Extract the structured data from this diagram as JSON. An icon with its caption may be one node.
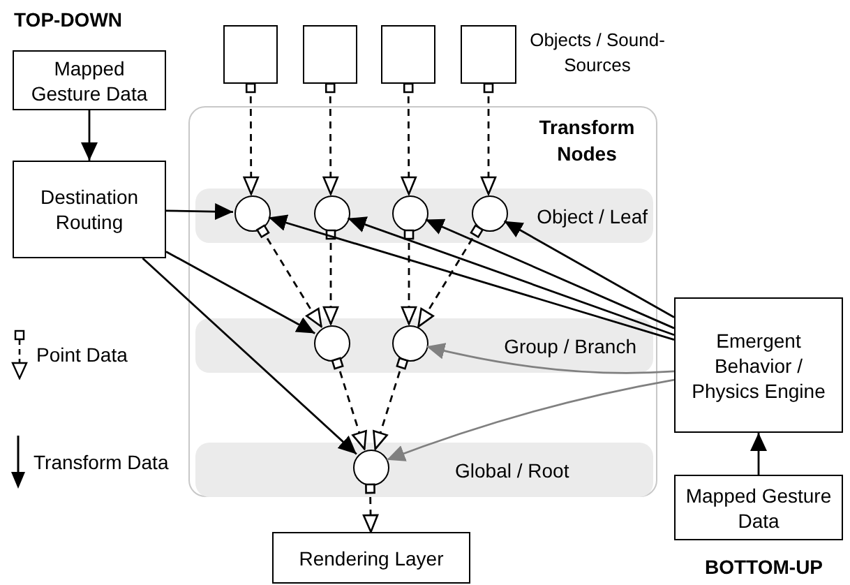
{
  "diagram": {
    "nodes": [
      {
        "text": [
          "Mapped Gesture Data"
        ]
      },
      {
        "text": [
          "Destination Routing"
        ]
      },
      {
        "text": [],
        "shape": "box"
      },
      {
        "text": [],
        "shape": "box"
      },
      {
        "text": [],
        "shape": "box"
      },
      {
        "text": [],
        "shape": "box"
      },
      {
        "text": [
          "Transform Nodes"
        ]
      },
      {
        "text": [
          "Object / Leaf"
        ],
        "in": 6
      },
      {
        "text": [],
        "shape": "circle",
        "in": 7
      },
      {
        "text": [],
        "shape": "circle",
        "in": 7
      },
      {
        "text": [],
        "shape": "circle",
        "in": 7
      },
      {
        "text": [],
        "shape": "circle",
        "in": 7
      },
      {
        "text": [
          "Group / Branch"
        ],
        "in": 6
      },
      {
        "text": [],
        "shape": "circle",
        "in": 12
      },
      {
        "text": [],
        "shape": "circle",
        "in": 12
      },
      {
        "text": [
          "Global / Root"
        ],
        "in": 6
      },
      {
        "text": [],
        "shape": "circle",
        "in": 15
      },
      {
        "text": [
          "Rendering Layer"
        ]
      },
      {
        "text": [
          "Emergent Behavior / Physics Engine"
        ]
      },
      {
        "text": [
          "Mapped Gesture Data"
        ]
      }
    ],
    "edges": [
      {
        "from": 0,
        "to": 1,
        "arrow": "to"
      },
      {
        "from": 2,
        "to": 8,
        "arrow": "to",
        "style": "dashed"
      },
      {
        "from": 3,
        "to": 9,
        "arrow": "to",
        "style": "dashed"
      },
      {
        "from": 4,
        "to": 10,
        "arrow": "to",
        "style": "dashed"
      },
      {
        "from": 5,
        "to": 11,
        "arrow": "to",
        "style": "dashed"
      },
      {
        "from": 8,
        "to": 13,
        "arrow": "to",
        "style": "dashed"
      },
      {
        "from": 9,
        "to": 13,
        "arrow": "to",
        "style": "dashed"
      },
      {
        "from": 10,
        "to": 14,
        "arrow": "to",
        "style": "dashed"
      },
      {
        "from": 11,
        "to": 14,
        "arrow": "to",
        "style": "dashed"
      },
      {
        "from": 13,
        "to": 16,
        "arrow": "to",
        "style": "dashed"
      },
      {
        "from": 14,
        "to": 16,
        "arrow": "to",
        "style": "dashed"
      },
      {
        "from": 16,
        "to": 17,
        "arrow": "to",
        "style": "dashed"
      },
      {
        "from": 1,
        "to": 8,
        "arrow": "to"
      },
      {
        "from": 1,
        "to": 13,
        "arrow": "to"
      },
      {
        "from": 1,
        "to": 16,
        "arrow": "to"
      },
      {
        "from": 18,
        "to": 8,
        "arrow": "to"
      },
      {
        "from": 18,
        "to": 9,
        "arrow": "to"
      },
      {
        "from": 18,
        "to": 10,
        "arrow": "to"
      },
      {
        "from": 18,
        "to": 11,
        "arrow": "to"
      },
      {
        "from": 18,
        "to": 14,
        "arrow": "to",
        "color": "#808080"
      },
      {
        "from": 18,
        "to": 16,
        "arrow": "to",
        "color": "#808080"
      },
      {
        "from": 19,
        "to": 18,
        "arrow": "to"
      }
    ],
    "labels": [
      "TOP-DOWN",
      "Objects / Sound-Sources",
      "BOTTOM-UP"
    ],
    "legend": [
      {
        "text": "Point Data"
      },
      {
        "text": "Transform Data"
      }
    ]
  }
}
